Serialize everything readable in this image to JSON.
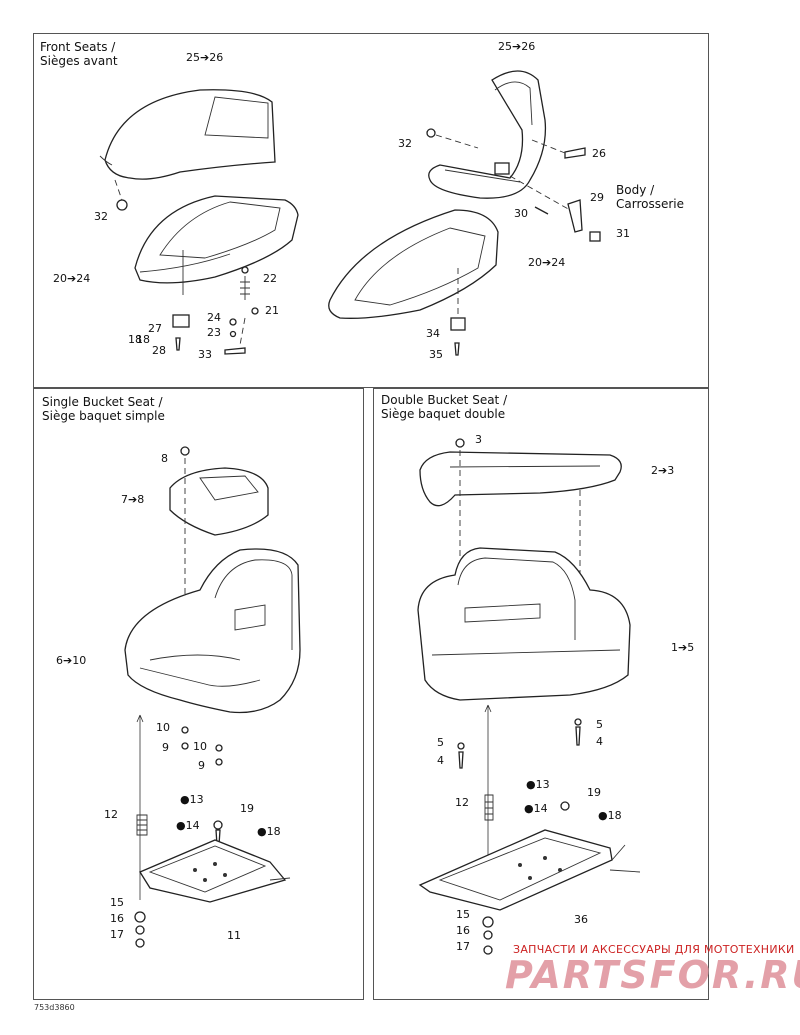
{
  "sections": {
    "front": {
      "title_line1": "Front Seats /",
      "title_line2": "Sièges avant"
    },
    "single": {
      "title_line1": "Single Bucket Seat /",
      "title_line2": "Siège baquet simple"
    },
    "double": {
      "title_line1": "Double Bucket Seat /",
      "title_line2": "Siège baquet double"
    },
    "body_label_line1": "Body /",
    "body_label_line2": "Carrosserie"
  },
  "labels": {
    "f_25_26_a": "25➔26",
    "f_32_a": "32",
    "f_20_24_a": "20➔24",
    "f_22": "22",
    "f_24": "24",
    "f_21": "21",
    "f_27": "27",
    "f_23": "23",
    "f_18": "18",
    "f_28": "28",
    "f_33": "33",
    "f_25_26_b": "25➔26",
    "f_32_b": "32",
    "f_26": "26",
    "f_29": "29",
    "f_30": "30",
    "f_31": "31",
    "f_20_24_b": "20➔24",
    "f_34": "34",
    "f_35": "35",
    "s_8": "8",
    "s_7_8": "7➔8",
    "s_6_10": "6➔10",
    "s_10a": "10",
    "s_9a": "9",
    "s_10b": "10",
    "s_9b": "9",
    "s_12": "12",
    "s_13": "13",
    "s_14": "14",
    "s_19": "19",
    "s_18": "18",
    "s_15": "15",
    "s_16": "16",
    "s_17": "17",
    "s_11": "11",
    "d_3": "3",
    "d_2_3": "2➔3",
    "d_1_5": "1➔5",
    "d_5a": "5",
    "d_4a": "4",
    "d_5b": "5",
    "d_4b": "4",
    "d_13": "13",
    "d_12": "12",
    "d_14": "14",
    "d_19": "19",
    "d_18": "18",
    "d_15": "15",
    "d_16": "16",
    "d_17": "17",
    "d_36": "36"
  },
  "watermark": {
    "text": "ЗАПЧАСТИ И АКСЕССУАРЫ ДЛЯ МОТОТЕХНИКИ",
    "logo": "PARTSFOR.RU"
  },
  "figure_code": "753d3860",
  "colors": {
    "line": "#222222",
    "watermark_text": "#cc2222",
    "watermark_logo": "#e3a0a8"
  }
}
